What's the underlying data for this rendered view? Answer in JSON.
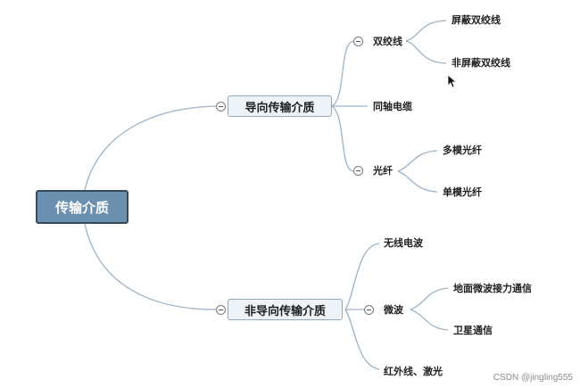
{
  "root": {
    "label": "传输介质"
  },
  "branches": [
    {
      "label": "导向传输介质",
      "children": [
        {
          "label": "双绞线",
          "children": [
            "屏蔽双绞线",
            "非屏蔽双绞线"
          ]
        },
        {
          "label": "同轴电缆"
        },
        {
          "label": "光纤",
          "children": [
            "多模光纤",
            "单模光纤"
          ]
        }
      ]
    },
    {
      "label": "非导向传输介质",
      "children": [
        {
          "label": "无线电波"
        },
        {
          "label": "微波",
          "children": [
            "地面微波接力通信",
            "卫星通信"
          ]
        },
        {
          "label": "红外线、激光"
        }
      ]
    }
  ],
  "watermark": "CSDN @jingling555",
  "colors": {
    "connector": "#9ab3c9",
    "root_fill": "#6b8fae",
    "branch_fill": "#eef3f8"
  }
}
